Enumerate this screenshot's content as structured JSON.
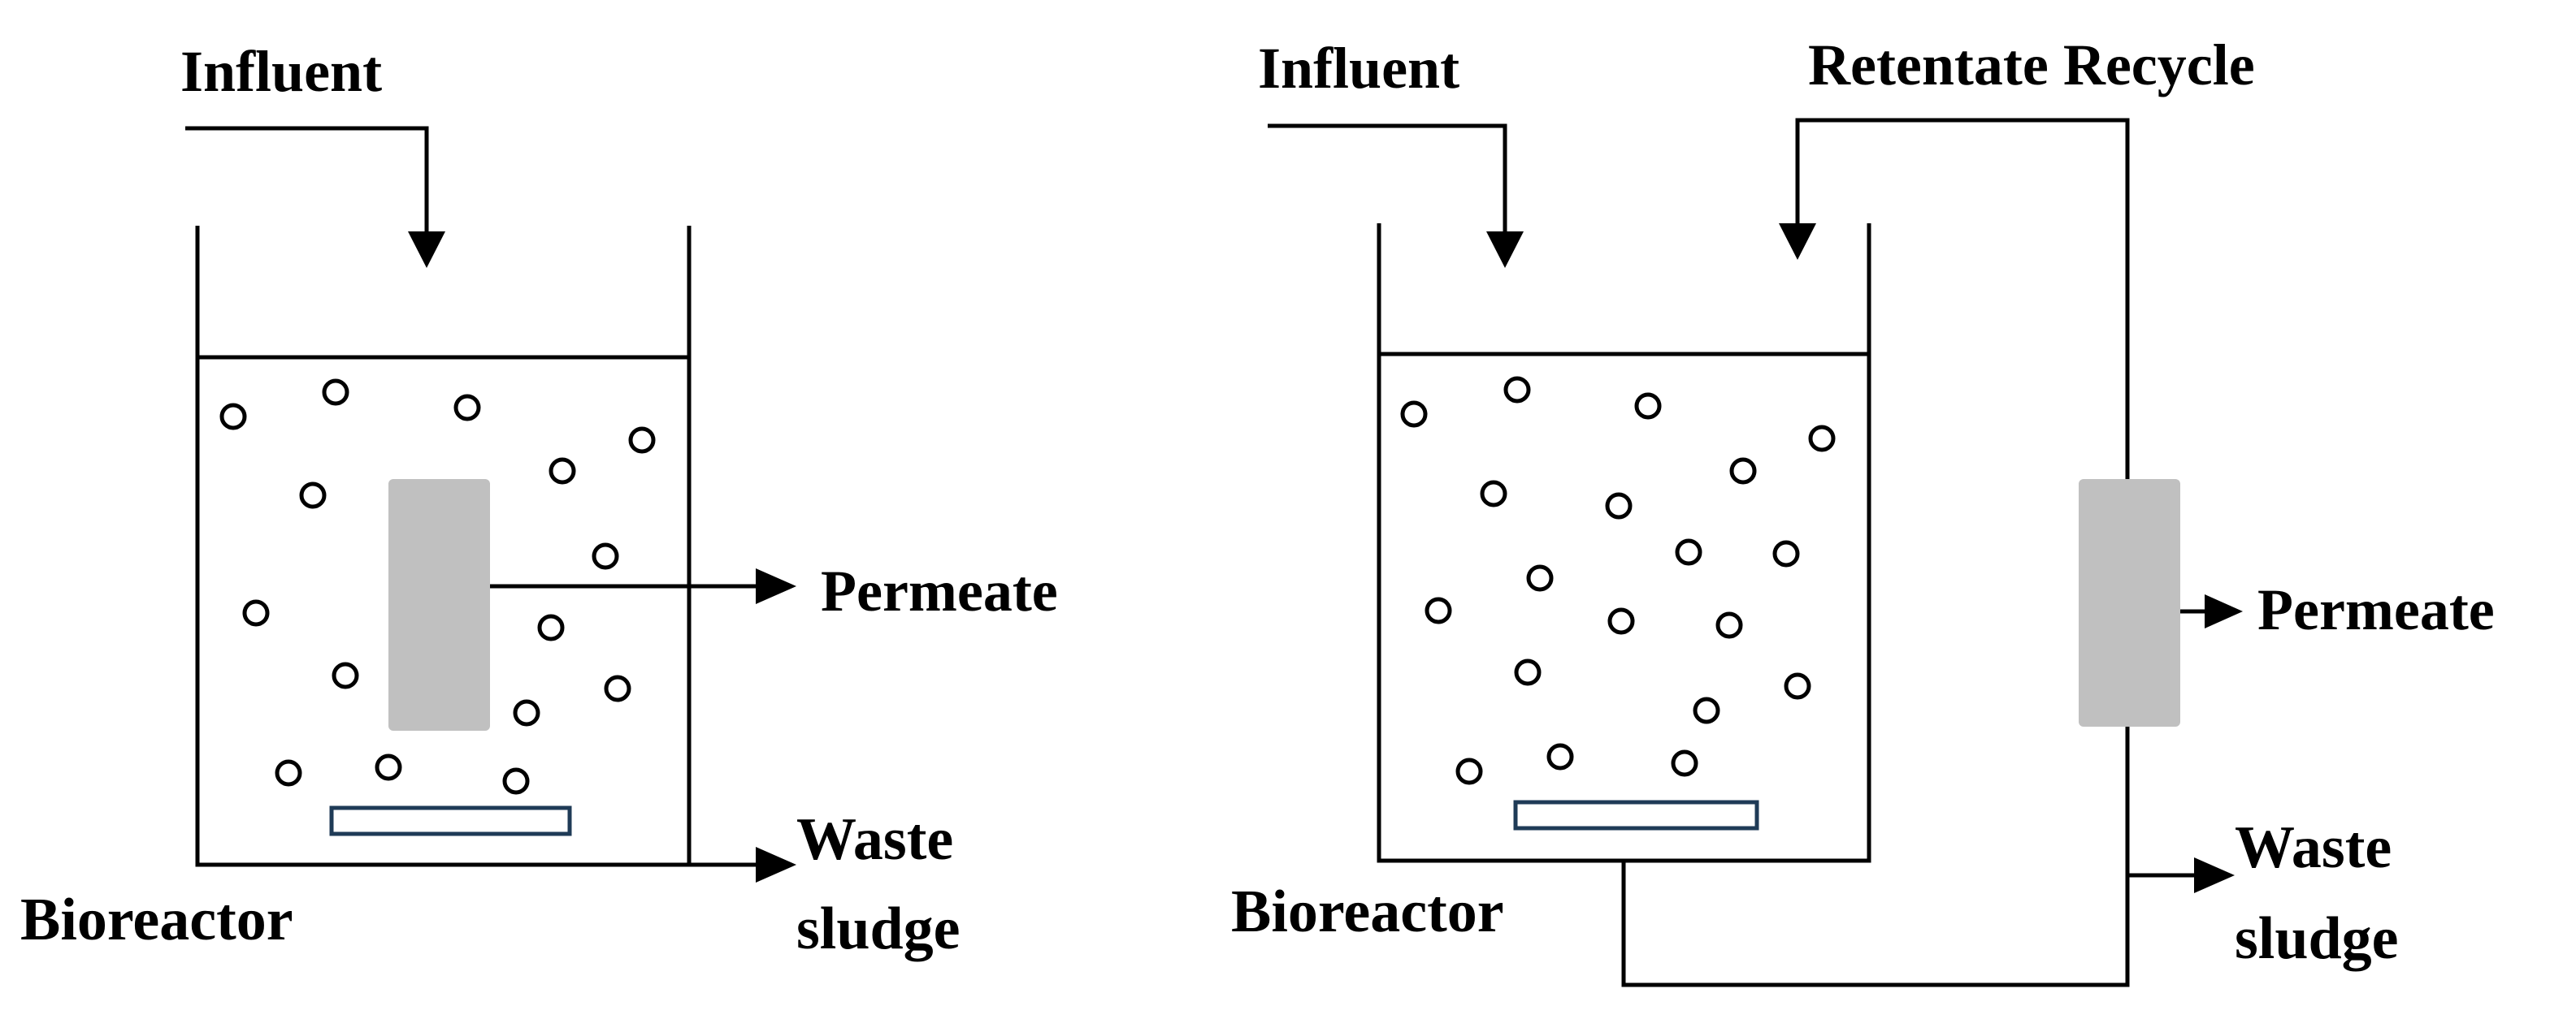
{
  "left": {
    "influent": "Influent",
    "permeate": "Permeate",
    "waste_line1": "Waste",
    "waste_line2": "sludge",
    "bioreactor": "Bioreactor"
  },
  "right": {
    "influent": "Influent",
    "retentate": "Retentate Recycle",
    "permeate": "Permeate",
    "waste_line1": "Waste",
    "waste_line2": "sludge",
    "bioreactor": "Bioreactor"
  }
}
